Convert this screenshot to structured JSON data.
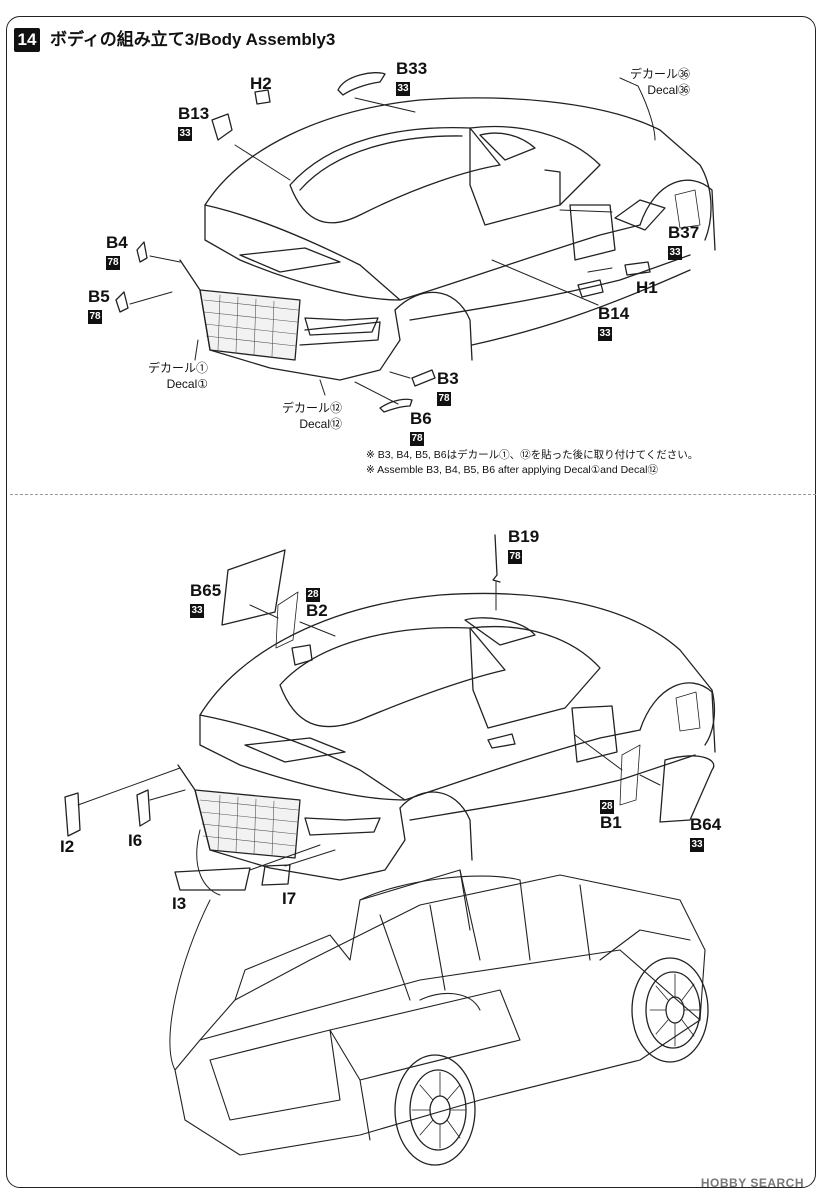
{
  "step": {
    "number": "14",
    "title": "ボディの組み立て3/Body Assembly3"
  },
  "top_parts": [
    {
      "id": "b33",
      "name": "B33",
      "num": "33"
    },
    {
      "id": "h2",
      "name": "H2",
      "num": ""
    },
    {
      "id": "b13",
      "name": "B13",
      "num": "33"
    },
    {
      "id": "b4",
      "name": "B4",
      "num": "78"
    },
    {
      "id": "b5",
      "name": "B5",
      "num": "78"
    },
    {
      "id": "b37",
      "name": "B37",
      "num": "33"
    },
    {
      "id": "h1",
      "name": "H1",
      "num": ""
    },
    {
      "id": "b14",
      "name": "B14",
      "num": "33"
    },
    {
      "id": "b3",
      "name": "B3",
      "num": "78"
    },
    {
      "id": "b6",
      "name": "B6",
      "num": "78"
    }
  ],
  "decals": {
    "decal36_jp": "デカール㊱",
    "decal36_en": "Decal㊱",
    "decal1_jp": "デカール①",
    "decal1_en": "Decal①",
    "decal12_jp": "デカール⑫",
    "decal12_en": "Decal⑫"
  },
  "notes": {
    "jp": "※ B3, B4, B5, B6はデカール①、⑫を貼った後に取り付けてください。",
    "en": "※ Assemble B3, B4, B5, B6  after applying Decal①and Decal⑫"
  },
  "bottom_parts": [
    {
      "id": "b19",
      "name": "B19",
      "num": "78"
    },
    {
      "id": "b65",
      "name": "B65",
      "num": "33"
    },
    {
      "id": "b2",
      "name": "B2",
      "num": "28"
    },
    {
      "id": "b1",
      "name": "B1",
      "num": "28"
    },
    {
      "id": "b64",
      "name": "B64",
      "num": "33"
    },
    {
      "id": "i2",
      "name": "I2",
      "num": ""
    },
    {
      "id": "i6",
      "name": "I6",
      "num": ""
    },
    {
      "id": "i3",
      "name": "I3",
      "num": ""
    },
    {
      "id": "i7",
      "name": "I7",
      "num": ""
    }
  ],
  "watermark": "HOBBY SEARCH"
}
